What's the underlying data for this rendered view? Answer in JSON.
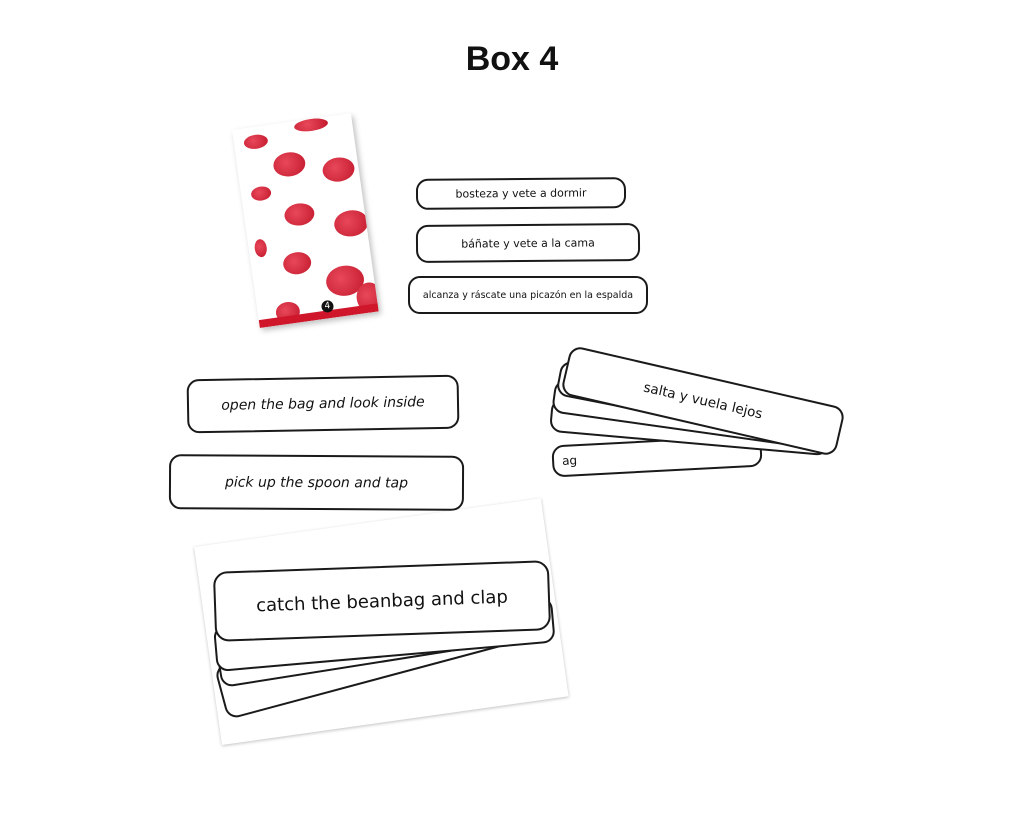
{
  "title": "Box 4",
  "box_number": "4",
  "spanish_cards": [
    "bosteza y vete a dormir",
    "báñate y vete a la cama",
    "alcanza y ráscate una picazón en la espalda"
  ],
  "english_cards": [
    "open the bag and look inside",
    "pick up the spoon and tap"
  ],
  "spanish_stack_top": "salta y vuela lejos",
  "spanish_stack_peek": "ag",
  "english_stack_top": "catch the beanbag and clap",
  "colors": {
    "box_dots": "#d0162a",
    "card_border": "#1a1a1a"
  }
}
